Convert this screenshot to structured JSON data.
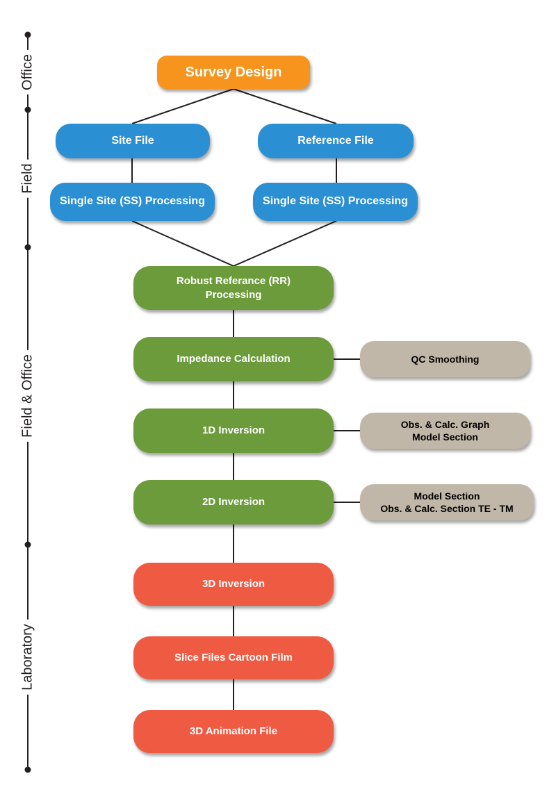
{
  "phases": {
    "office": "Office",
    "field": "Field",
    "field_office": "Field & Office",
    "laboratory": "Laboratory"
  },
  "nodes": {
    "survey_design": "Survey Design",
    "site_file": "Site File",
    "reference_file": "Reference File",
    "ss_processing_left": "Single Site (SS) Processing",
    "ss_processing_right": "Single Site (SS) Processing",
    "rr_processing": "Robust Referance (RR)\nProcessing",
    "impedance_calculation": "Impedance Calculation",
    "inversion_1d": "1D Inversion",
    "inversion_2d": "2D Inversion",
    "inversion_3d": "3D Inversion",
    "slice_files": "Slice Files Cartoon Film",
    "animation_file": "3D Animation File"
  },
  "outputs": {
    "qc_smoothing": "QC Smoothing",
    "inversion_1d_outputs": "Obs. & Calc. Graph\nModel Section",
    "inversion_2d_outputs": "Model Section\nObs. & Calc. Section TE - TM"
  },
  "colors": {
    "office": "#f7941d",
    "field": "#2b8fd4",
    "field_office": "#6b9b3a",
    "output": "#c1b7a8",
    "laboratory": "#ef5a43"
  }
}
